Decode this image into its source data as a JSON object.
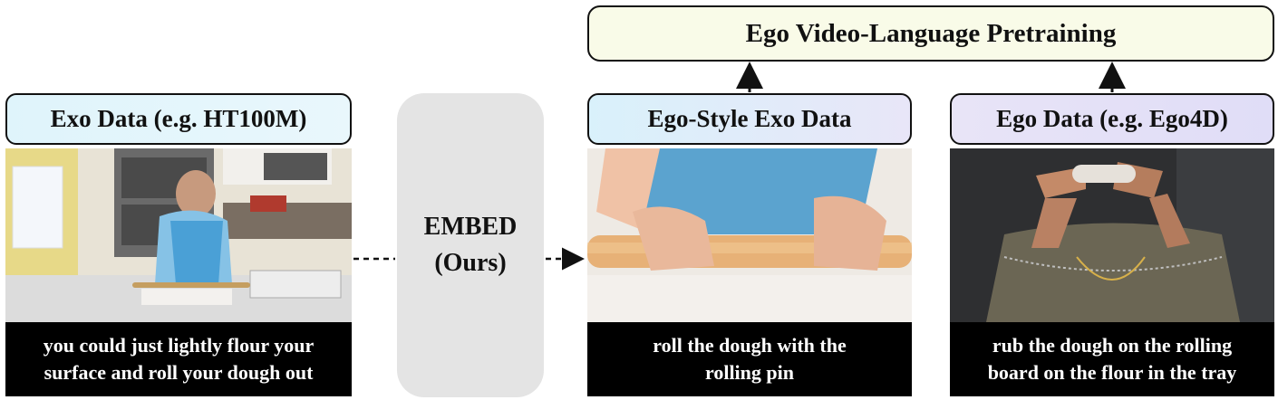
{
  "pretraining": {
    "title": "Ego Video-Language Pretraining"
  },
  "exo": {
    "label": "Exo Data (e.g. HT100M)",
    "caption_line1": "you could just lightly flour your",
    "caption_line2": "surface and roll your dough out"
  },
  "embed": {
    "line1": "EMBED",
    "line2": "(Ours)"
  },
  "ego_style": {
    "label": "Ego-Style Exo Data",
    "caption_line1": "roll the dough with the",
    "caption_line2": "rolling pin"
  },
  "ego": {
    "label": "Ego Data (e.g. Ego4D)",
    "caption_line1": "rub the dough on the rolling",
    "caption_line2": "board on the flour in the tray"
  }
}
